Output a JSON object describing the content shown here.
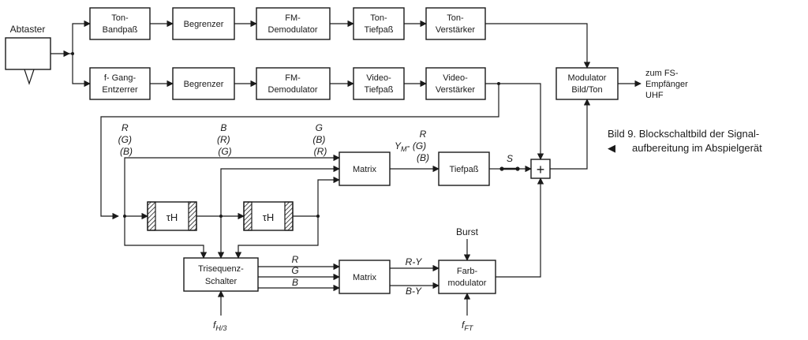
{
  "blocks": {
    "abtaster": "Abtaster",
    "ton_bandpass": [
      "Ton-",
      "Bandpaß"
    ],
    "begrenzer_1": [
      "Begrenzer"
    ],
    "fm_demod_1": [
      "FM-",
      "Demodulator"
    ],
    "ton_tiefpass": [
      "Ton-",
      "Tiefpaß"
    ],
    "ton_verstaerker": [
      "Ton-",
      "Verstärker"
    ],
    "fgang_entzerrer": [
      "f- Gang-",
      "Entzerrer"
    ],
    "begrenzer_2": [
      "Begrenzer"
    ],
    "fm_demod_2": [
      "FM-",
      "Demodulator"
    ],
    "video_tiefpass": [
      "Video-",
      "Tiefpaß"
    ],
    "video_verstaerker": [
      "Video-",
      "Verstärker"
    ],
    "modulator": [
      "Modulator",
      "Bild/Ton"
    ],
    "matrix_1": [
      "Matrix"
    ],
    "tiefpass": [
      "Tiefpaß"
    ],
    "tau_1": "τH",
    "tau_2": "τH",
    "trisequenz": [
      "Trisequenz-",
      "Schalter"
    ],
    "matrix_2": [
      "Matrix"
    ],
    "farbmodulator": [
      "Farb-",
      "modulator"
    ],
    "summing": "+"
  },
  "labels": {
    "output": [
      "zum FS-",
      "Empfänger",
      "UHF"
    ],
    "col_1": [
      "R",
      "(G)",
      "(B)"
    ],
    "col_2": [
      "B",
      "(R)",
      "(G)"
    ],
    "col_3": [
      "G",
      "(B)",
      "(R)"
    ],
    "ym_prefix": "Y",
    "ym_sub": "M",
    "ym_suffix": "- (G)",
    "ym_top": "R",
    "ym_bottom": "(B)",
    "switch": "S",
    "sig_r": "R",
    "sig_g": "G",
    "sig_b": "B",
    "r_minus_y": "R-Y",
    "b_minus_y": "B-Y",
    "burst": "Burst",
    "fh3": "f",
    "fh3_sub": "H/3",
    "fft": "f",
    "fft_sub": "FT"
  },
  "caption": {
    "line1": "Bild 9. Blockschaltbild der Signal-",
    "arrow": "◀",
    "line2": "aufbereitung im Abspielgerät"
  }
}
